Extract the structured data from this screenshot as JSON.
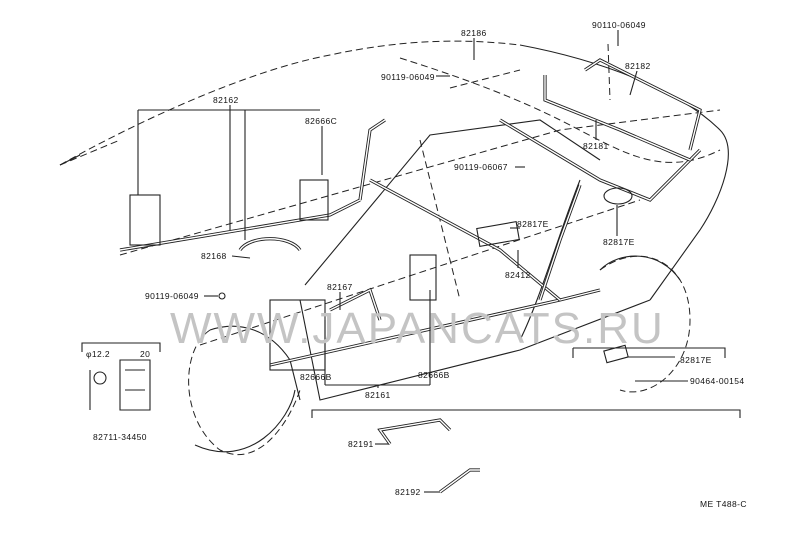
{
  "title": "Wiring harness & clamp parts diagram",
  "watermark": "WWW.JAPANCATS.RU",
  "diagram_code": "ME T488-C",
  "clip_detail": {
    "part": "82711-34450",
    "dim_diameter": "φ12.2",
    "dim_width": "20"
  },
  "labels": {
    "p82186": "82186",
    "p90110_06049": "90110-06049",
    "p90119_06049_top": "90119-06049",
    "p82182": "82182",
    "p82162": "82162",
    "p82666C": "82666C",
    "p82181": "82181",
    "p90119_06067": "90119-06067",
    "p82817E_mid": "82817E",
    "p82817E_right": "82817E",
    "p82412": "82412",
    "p82168": "82168",
    "p82167": "82167",
    "p90119_06049_left": "90119-06049",
    "p82817E_box": "82817E",
    "p90464_00154": "90464-00154",
    "p82666B_a": "82666B",
    "p82666B_b": "82666B",
    "p82161": "82161",
    "p82191": "82191",
    "p82192": "82192"
  }
}
